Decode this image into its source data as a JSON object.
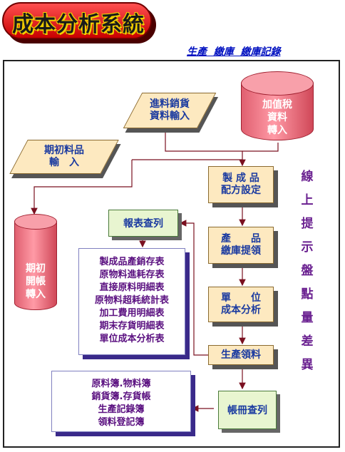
{
  "title": "成本分析系統",
  "subtitle": "生產  繳庫  繳庫記錄",
  "nodes": {
    "purchase_input": "進料銷貨\n資料輸入",
    "opening_input": "期初料品\n輸　入",
    "vat_input": "加值稅\n資料\n轉入",
    "opening_transfer": "期初\n開帳\n轉入",
    "product_formula": "製 成 品\n配方設定",
    "product_receipt": "產　　品\n繳庫提領",
    "unit_cost": "單　　位\n成本分析",
    "production_issue": "生產領料",
    "report_query": "報表查列",
    "ledger_query": "帳冊查列"
  },
  "report_list": [
    "製成品產銷存表",
    "原物料進耗存表",
    "直接原料明細表",
    "原物料超耗統計表",
    "加工費用明細表",
    "期末存貨明細表",
    "單位成本分析表"
  ],
  "ledger_list": [
    "原料簿.物料簿",
    "銷貨簿.存貨帳",
    "生產記錄簿",
    "領料登記簿"
  ],
  "vertical_text": [
    "線",
    "上",
    "提",
    "示",
    "盤",
    "點",
    "量",
    "差",
    "異"
  ]
}
